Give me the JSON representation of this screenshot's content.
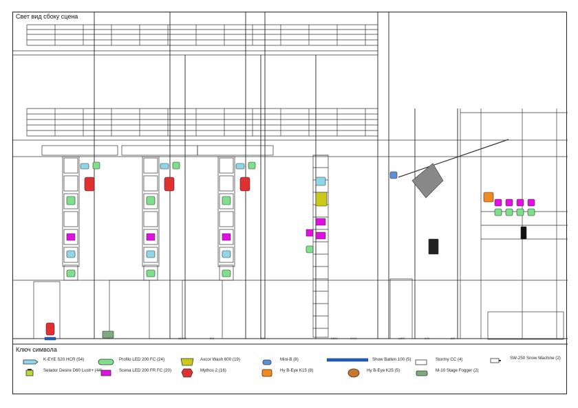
{
  "drawing": {
    "title": "Свет вид сбоку сцена"
  },
  "dimension_labels": [
    "12,500",
    "500",
    "600",
    "2,500",
    "2,900",
    "1,500",
    "2,00",
    "800"
  ],
  "legend": {
    "title": "Ключ символа",
    "items": [
      {
        "label": "K-EYE S20 HCR (54)",
        "icon": "k-eye-s20-hcr-icon",
        "color": "#8fd6e8"
      },
      {
        "label": "Profilo LED 200 FC (24)",
        "icon": "profilo-led-200-fc-icon",
        "color": "#7ee08a"
      },
      {
        "label": "Axcor Wash 600 (19)",
        "icon": "axcor-wash-600-icon",
        "color": "#c9c91a"
      },
      {
        "label": "Mini-B (8)",
        "icon": "mini-b-icon",
        "color": "#5b8fd6"
      },
      {
        "label": "Show Batten 100 (5)",
        "icon": "show-batten-100-icon",
        "color": "#1f5fbf"
      },
      {
        "label": "Stormy CC (4)",
        "icon": "stormy-cc-icon",
        "color": "#ffffff"
      },
      {
        "label": "SW-250 Snow Machine (2)",
        "icon": "sw-250-snow-machine-icon",
        "color": "#ffffff"
      },
      {
        "label": "Selador Desire D60 Lustr+ (44)",
        "icon": "selador-desire-d60-icon",
        "color": "#b5d93a"
      },
      {
        "label": "Scena LED 200 FR FC (20)",
        "icon": "scena-led-200-fr-fc-icon",
        "color": "#e011e0"
      },
      {
        "label": "Mythos 2 (16)",
        "icon": "mythos-2-icon",
        "color": "#e03030"
      },
      {
        "label": "Hy B-Eye K15 (8)",
        "icon": "hy-b-eye-k15-icon",
        "color": "#f08a1c"
      },
      {
        "label": "Hy B-Eye K25 (5)",
        "icon": "hy-b-eye-k25-icon",
        "color": "#c9782a"
      },
      {
        "label": "M-10 Stage Fogger (2)",
        "icon": "m-10-stage-fogger-icon",
        "color": "#7faa7f"
      }
    ]
  }
}
